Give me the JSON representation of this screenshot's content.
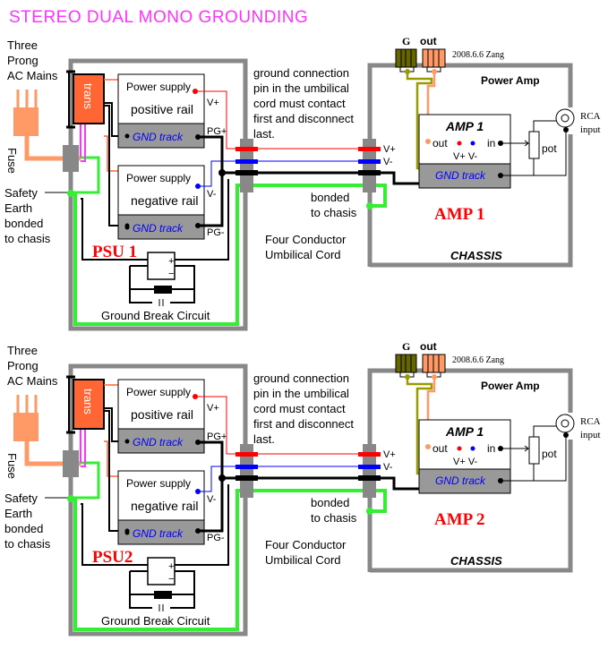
{
  "title": "STEREO DUAL MONO GROUNDING",
  "channels": [
    {
      "psu_label": "PSU 1",
      "amp_label": "AMP 1"
    },
    {
      "psu_label": "PSU2",
      "amp_label": "AMP 2"
    }
  ],
  "labels": {
    "mains": [
      "Three",
      "Prong",
      "AC Mains"
    ],
    "fuse": "Fuse",
    "safety": [
      "Safety",
      "Earth",
      "bonded",
      "to chasis"
    ],
    "trans": "trans",
    "ps_pos": [
      "Power supply",
      "positive rail"
    ],
    "ps_neg": [
      "Power supply",
      "negative rail"
    ],
    "gnd_track": "GND track",
    "v_plus": "V+",
    "v_minus": "V-",
    "pg_plus": "PG+",
    "pg_minus": "PG-",
    "plus": "+",
    "minus": "−",
    "gbc": "Ground Break Circuit",
    "note": [
      "ground connection",
      "pin in the umbilical",
      "cord must contact",
      "first and disconnect",
      "last."
    ],
    "bonded": [
      "bonded",
      "to chasis"
    ],
    "umbilical": [
      "Four Conductor",
      "Umbilical Cord"
    ],
    "g": "G",
    "out": "out",
    "credit": "2008.6.6 Zang",
    "power_amp": "Power Amp",
    "amp_box": "AMP 1",
    "amp_out": "out",
    "amp_in": "in",
    "amp_vpm": "V+  V-",
    "pot": "pot",
    "rca": [
      "RCA",
      "input"
    ],
    "chassis": "CHASSIS"
  },
  "colors": {
    "title": "#ff33ff",
    "chassis": "#888888",
    "plug": "#ff9966",
    "trans": "#ff6633",
    "gnd_track_bg": "#999999",
    "gnd_text": "#0000ff",
    "earth": "#33ee33",
    "v_plus": "#ff0000",
    "v_minus": "#0000ff",
    "ac": "#ff33ff",
    "olive": "#999900",
    "label_red": "#ff0000"
  }
}
